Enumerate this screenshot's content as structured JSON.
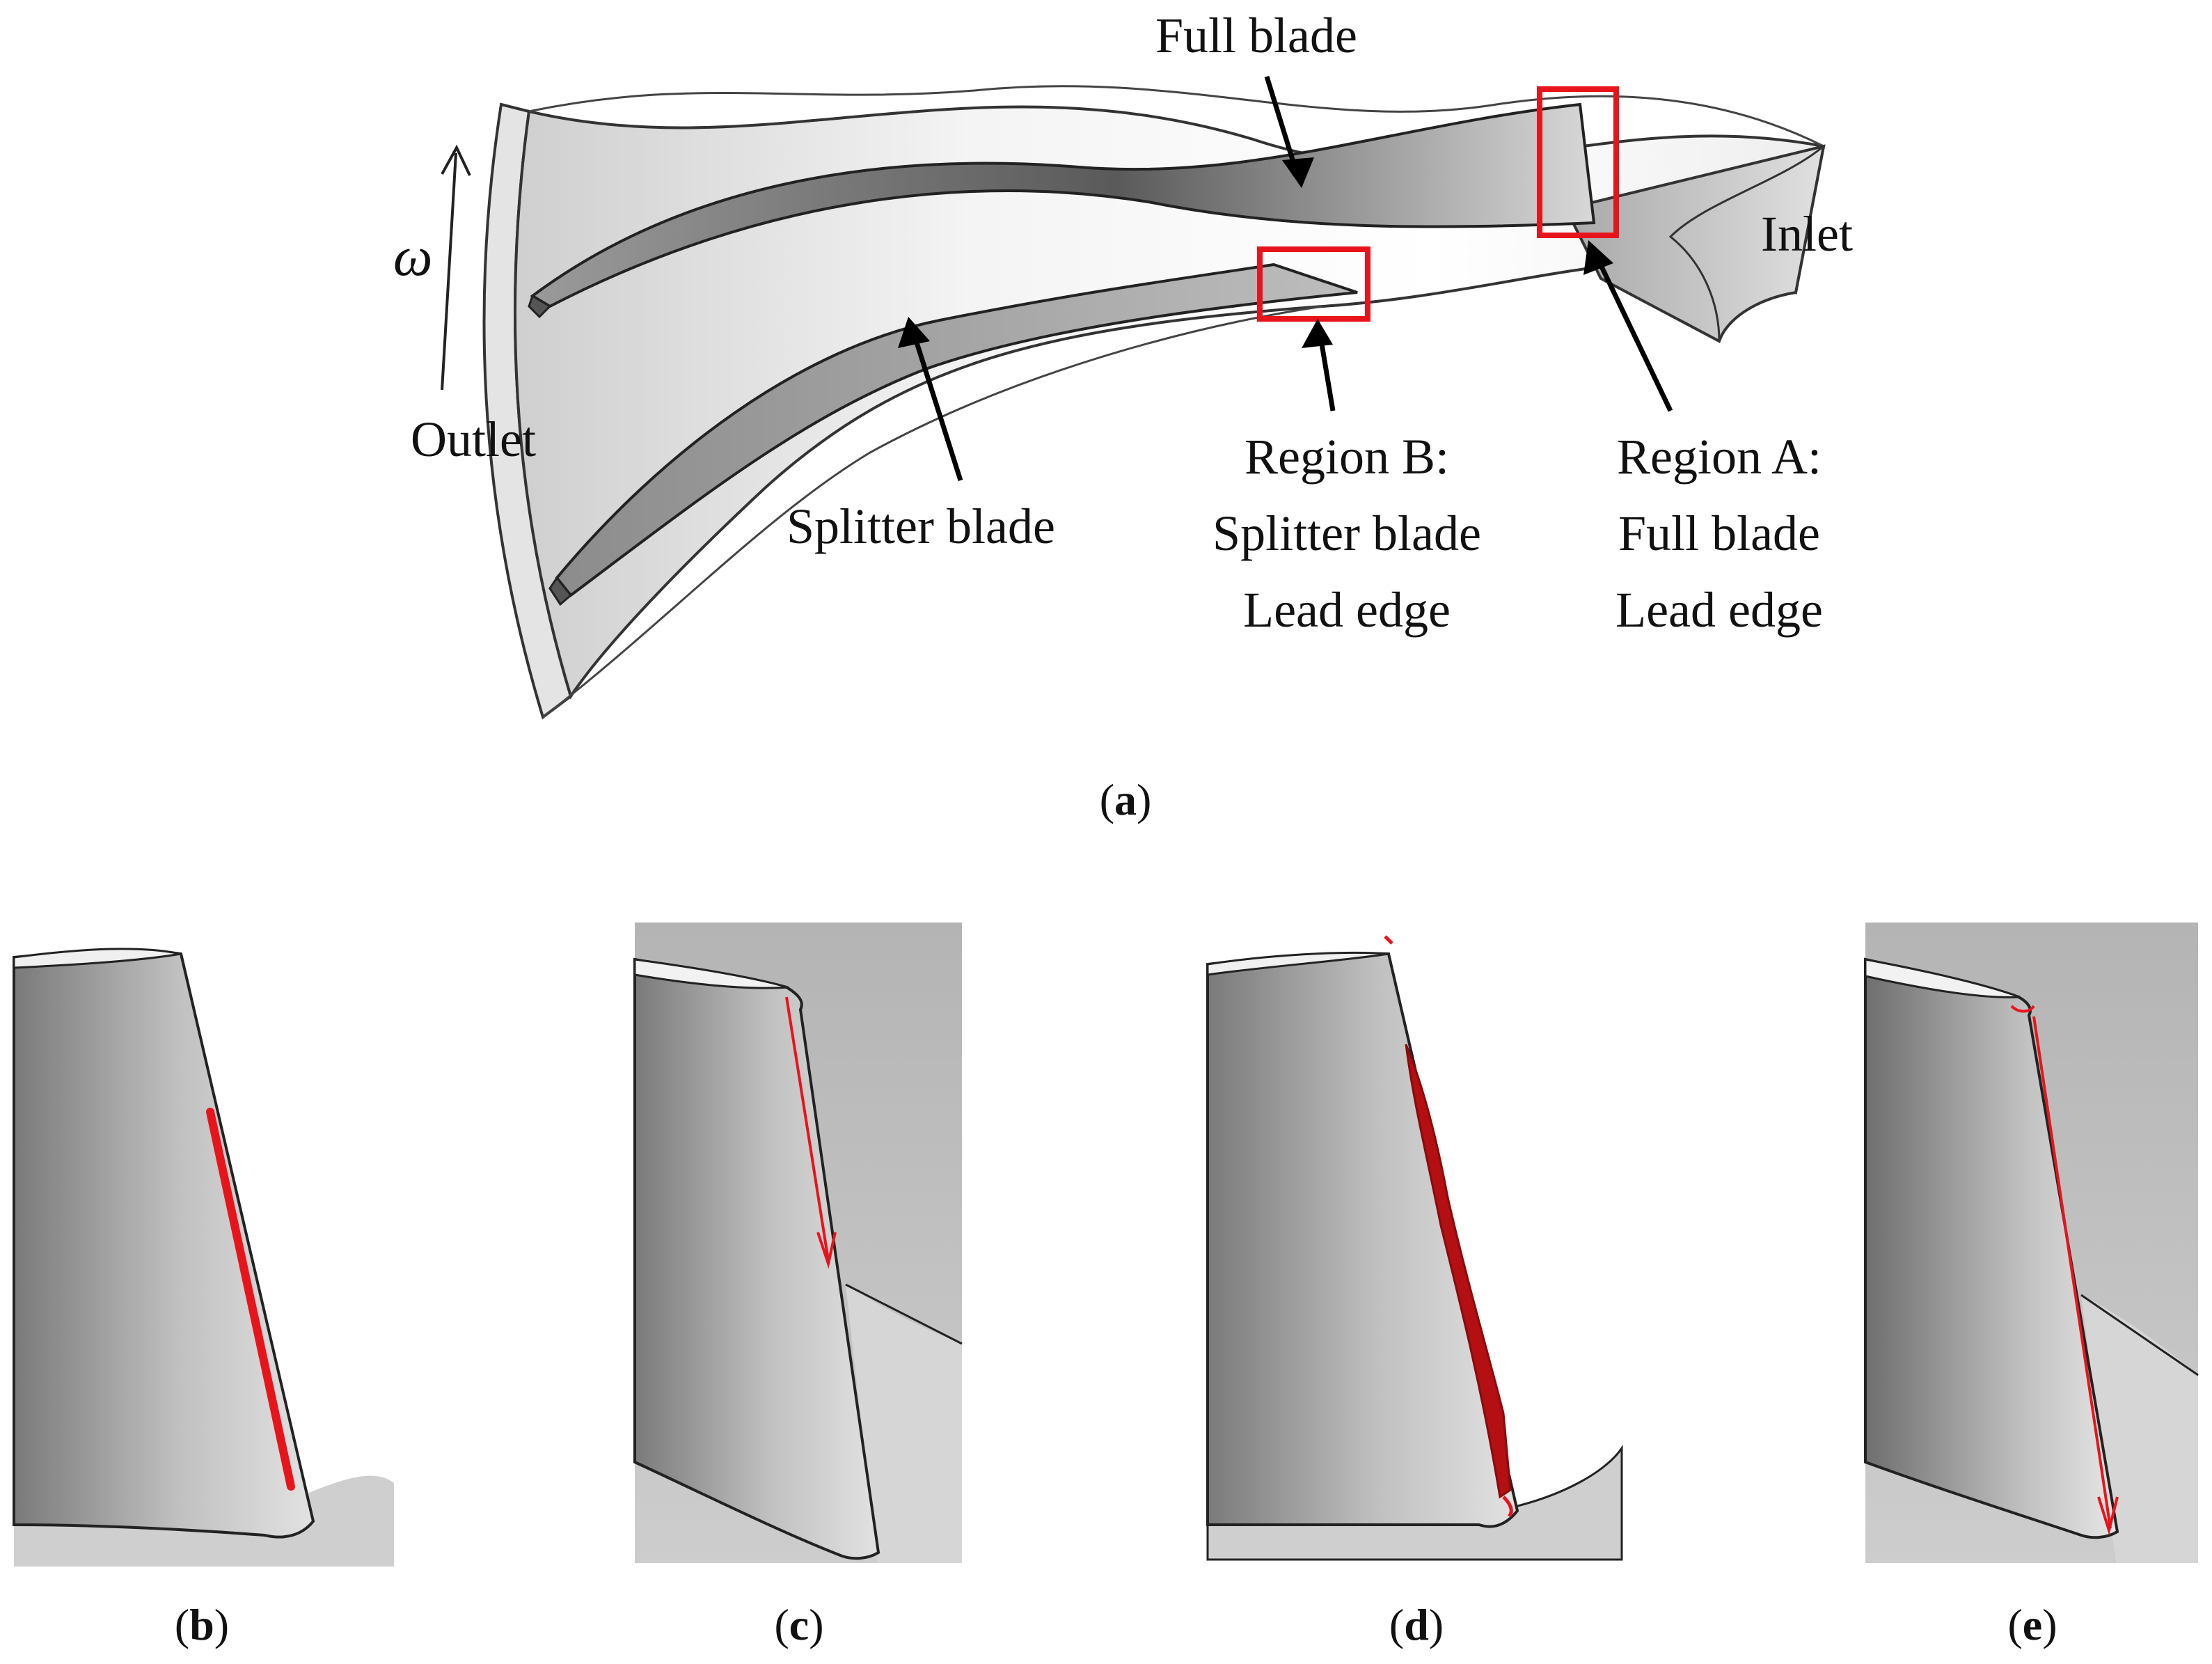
{
  "panel_a": {
    "labels": {
      "full_blade": "Full blade",
      "inlet": "Inlet",
      "outlet": "Outlet",
      "omega": "ω",
      "splitter_blade": "Splitter blade",
      "region_b": [
        "Region B:",
        "Splitter blade",
        "Lead edge"
      ],
      "region_a": [
        "Region A:",
        "Full blade",
        "Lead edge"
      ]
    },
    "highlight_color": "#e8141c"
  },
  "captions": {
    "a": "a",
    "b": "b",
    "c": "c",
    "d": "d",
    "e": "e"
  },
  "colors": {
    "blade_dark": "#7a7a7a",
    "blade_light": "#d8d8d8",
    "background_gray": "#bdbdbd",
    "hub_gray": "#cfcfcf",
    "result_red": "#e8141c",
    "result_dark_red": "#b40f12",
    "outline": "#222222"
  }
}
